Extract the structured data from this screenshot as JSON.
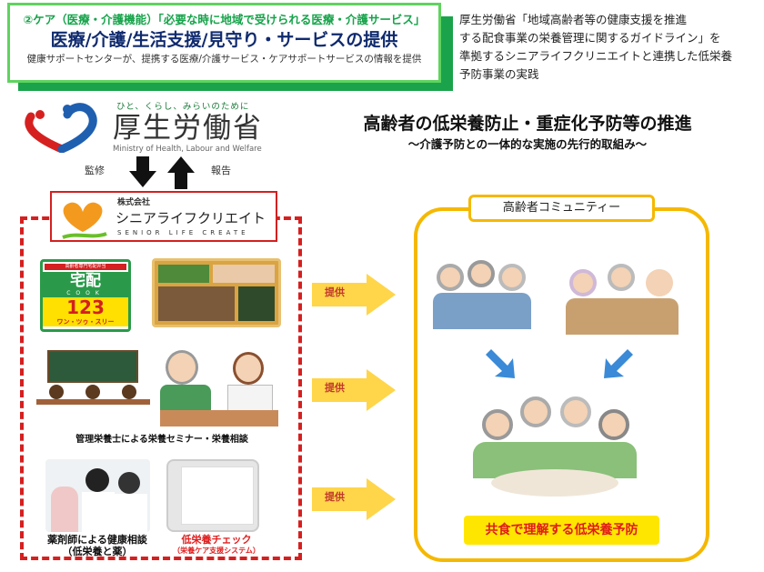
{
  "header_box": {
    "line1": "②ケア（医療・介護機能）「必要な時に地域で受けられる医療・介護サービス」",
    "line2": "医療/介護/生活支援/見守り・サービスの提供",
    "line3": "健康サポートセンターが、提携する医療/介護サービス・ケアサポートサービスの情報を提供"
  },
  "description": [
    "厚生労働省「地域高齢者等の健康支援を推進",
    "する配食事業の栄養管理に関するガイドライン」を",
    "準拠するシニアライフクリニエイトと連携した低栄養",
    "予防事業の実践"
  ],
  "main_title": "高齢者の低栄養防止・重症化予防等の推進",
  "main_subtitle": "～介護予防との一体的な実施の先行的取組み～",
  "mhlw_logo": {
    "slogan": "ひと、くらし、みらいのために",
    "name": "厚生労働省",
    "english": "Ministry of Health, Labour and Welfare"
  },
  "arrow_labels": {
    "supervise": "監修",
    "report": "報告"
  },
  "company_logo": {
    "type": "株式会社",
    "name": "シニアライフクリエイト",
    "english": "SENIOR LIFE CREATE"
  },
  "services": {
    "takuhai": {
      "top": "高齢者専門宅配弁当",
      "main": "宅配",
      "cook": "COOK",
      "num": "123",
      "reading": "ワン・ツゥ・スリー"
    },
    "seminar_caption": "管理栄養士による栄養セミナー・栄養相談",
    "pharmacist_caption": [
      "薬剤師による健康相談",
      "（低栄養と薬）"
    ],
    "check_caption": [
      "低栄養チェック",
      "（栄養ケア支援システム）"
    ]
  },
  "provide_label": "提供",
  "community": {
    "header": "高齢者コミュニティー",
    "bottom_label": "共食で理解する低栄養予防"
  },
  "colors": {
    "green": "#1aa34a",
    "red": "#d61f1f",
    "yellow": "#f5b800",
    "navy": "#0f2a6e"
  }
}
